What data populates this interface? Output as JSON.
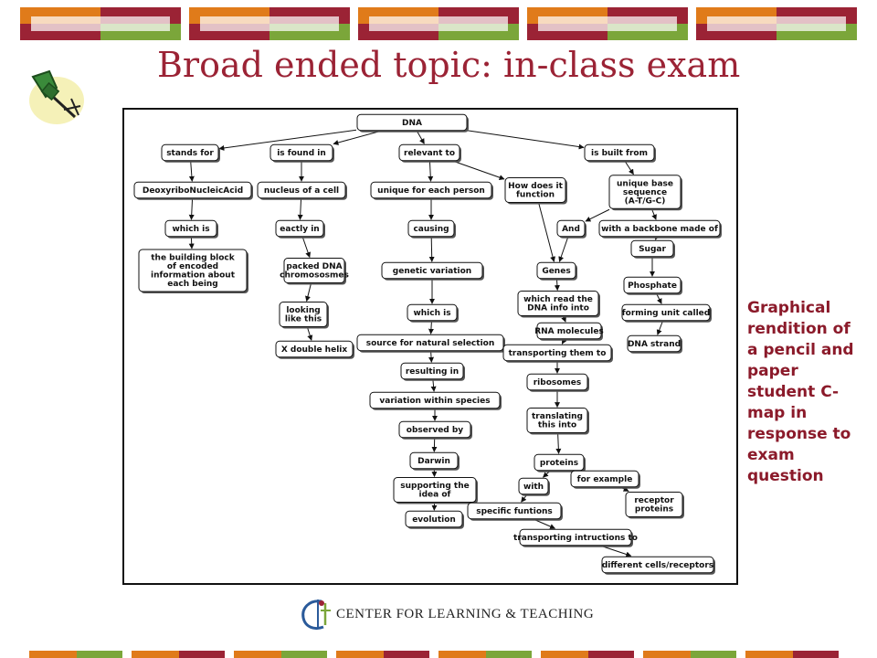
{
  "slide": {
    "title": "Broad ended topic: in-class exam",
    "caption_lines": [
      "Graphical",
      "rendition of",
      "a pencil and",
      "paper",
      "student C-",
      "map in",
      "response to",
      "exam",
      "question"
    ],
    "logo_text": "CENTER FOR LEARNING & TEACHING",
    "logo_icon": "clt-monogram",
    "pin_icon": "push-pin-icon"
  },
  "colors": {
    "title": "#9b2335",
    "caption": "#8b1a2a",
    "orange": "#e07b1a",
    "maroon": "#9b2335",
    "green": "#7ba63a"
  },
  "concept_map": {
    "nodes": [
      {
        "id": "dna",
        "lines": [
          "DNA"
        ]
      },
      {
        "id": "stands_for",
        "lines": [
          "stands for"
        ]
      },
      {
        "id": "is_found_in",
        "lines": [
          "is found in"
        ]
      },
      {
        "id": "relevant_to",
        "lines": [
          "relevant to"
        ]
      },
      {
        "id": "is_built_from",
        "lines": [
          "is built from"
        ]
      },
      {
        "id": "deoxy",
        "lines": [
          "DeoxyriboNucleicAcid"
        ]
      },
      {
        "id": "nucleus",
        "lines": [
          "nucleus of a cell"
        ]
      },
      {
        "id": "unique_person",
        "lines": [
          "unique for each person"
        ]
      },
      {
        "id": "how_does",
        "lines": [
          "How does it",
          "function"
        ]
      },
      {
        "id": "unique_base",
        "lines": [
          "unique base",
          "sequence",
          "(A-T/G-C)"
        ]
      },
      {
        "id": "which_is_1",
        "lines": [
          "which is"
        ]
      },
      {
        "id": "eactly_in",
        "lines": [
          "eactly in"
        ]
      },
      {
        "id": "causing",
        "lines": [
          "causing"
        ]
      },
      {
        "id": "and",
        "lines": [
          "And"
        ]
      },
      {
        "id": "backbone",
        "lines": [
          "with a backbone made of"
        ]
      },
      {
        "id": "building_block",
        "lines": [
          "the building block",
          "of encoded",
          "information about",
          "each being"
        ]
      },
      {
        "id": "packed",
        "lines": [
          "packed DNA",
          "chromososmes"
        ]
      },
      {
        "id": "genetic_var",
        "lines": [
          "genetic variation"
        ]
      },
      {
        "id": "genes",
        "lines": [
          "Genes"
        ]
      },
      {
        "id": "sugar",
        "lines": [
          "Sugar"
        ]
      },
      {
        "id": "phosphate",
        "lines": [
          "Phosphate"
        ]
      },
      {
        "id": "looking",
        "lines": [
          "looking",
          "like this"
        ]
      },
      {
        "id": "which_read",
        "lines": [
          "which read the",
          "DNA info into"
        ]
      },
      {
        "id": "forming",
        "lines": [
          "forming  unit called"
        ]
      },
      {
        "id": "which_is_2",
        "lines": [
          "which is"
        ]
      },
      {
        "id": "rna",
        "lines": [
          "RNA molecules"
        ]
      },
      {
        "id": "x_helix",
        "lines": [
          "X double helix"
        ]
      },
      {
        "id": "dna_strand",
        "lines": [
          "DNA strand"
        ]
      },
      {
        "id": "source",
        "lines": [
          "source for natural selection"
        ]
      },
      {
        "id": "transporting",
        "lines": [
          "transporting them to"
        ]
      },
      {
        "id": "resulting",
        "lines": [
          "resulting in"
        ]
      },
      {
        "id": "ribosomes",
        "lines": [
          "ribosomes"
        ]
      },
      {
        "id": "variation",
        "lines": [
          "variation within species"
        ]
      },
      {
        "id": "translating",
        "lines": [
          "translating",
          "this into"
        ]
      },
      {
        "id": "observed",
        "lines": [
          "observed by"
        ]
      },
      {
        "id": "darwin",
        "lines": [
          "Darwin"
        ]
      },
      {
        "id": "proteins",
        "lines": [
          "proteins"
        ]
      },
      {
        "id": "for_example",
        "lines": [
          "for example"
        ]
      },
      {
        "id": "supporting",
        "lines": [
          "supporting the",
          "idea of"
        ]
      },
      {
        "id": "with",
        "lines": [
          "with"
        ]
      },
      {
        "id": "receptor",
        "lines": [
          "receptor",
          "proteins"
        ]
      },
      {
        "id": "specific",
        "lines": [
          "specific funtions"
        ]
      },
      {
        "id": "evolution",
        "lines": [
          "evolution"
        ]
      },
      {
        "id": "transporting_instr",
        "lines": [
          "transporting intructions to"
        ]
      },
      {
        "id": "different",
        "lines": [
          "different cells/receptors"
        ]
      }
    ],
    "edges": [
      [
        "dna",
        "stands_for"
      ],
      [
        "dna",
        "is_found_in"
      ],
      [
        "dna",
        "relevant_to"
      ],
      [
        "dna",
        "is_built_from"
      ],
      [
        "stands_for",
        "deoxy"
      ],
      [
        "deoxy",
        "which_is_1"
      ],
      [
        "which_is_1",
        "building_block"
      ],
      [
        "is_found_in",
        "nucleus"
      ],
      [
        "nucleus",
        "eactly_in"
      ],
      [
        "eactly_in",
        "packed"
      ],
      [
        "packed",
        "looking"
      ],
      [
        "looking",
        "x_helix"
      ],
      [
        "relevant_to",
        "unique_person"
      ],
      [
        "relevant_to",
        "how_does"
      ],
      [
        "unique_person",
        "causing"
      ],
      [
        "causing",
        "genetic_var"
      ],
      [
        "genetic_var",
        "which_is_2"
      ],
      [
        "which_is_2",
        "source"
      ],
      [
        "source",
        "resulting"
      ],
      [
        "resulting",
        "variation"
      ],
      [
        "variation",
        "observed"
      ],
      [
        "observed",
        "darwin"
      ],
      [
        "darwin",
        "supporting"
      ],
      [
        "supporting",
        "evolution"
      ],
      [
        "is_built_from",
        "unique_base"
      ],
      [
        "unique_base",
        "and"
      ],
      [
        "unique_base",
        "backbone"
      ],
      [
        "and",
        "genes"
      ],
      [
        "how_does",
        "genes"
      ],
      [
        "backbone",
        "sugar"
      ],
      [
        "sugar",
        "phosphate"
      ],
      [
        "phosphate",
        "forming"
      ],
      [
        "forming",
        "dna_strand"
      ],
      [
        "genes",
        "which_read"
      ],
      [
        "which_read",
        "rna"
      ],
      [
        "rna",
        "transporting"
      ],
      [
        "transporting",
        "ribosomes"
      ],
      [
        "ribosomes",
        "translating"
      ],
      [
        "translating",
        "proteins"
      ],
      [
        "proteins",
        "for_example"
      ],
      [
        "proteins",
        "with"
      ],
      [
        "for_example",
        "receptor"
      ],
      [
        "with",
        "specific"
      ],
      [
        "specific",
        "transporting_instr"
      ],
      [
        "transporting_instr",
        "different"
      ]
    ]
  }
}
